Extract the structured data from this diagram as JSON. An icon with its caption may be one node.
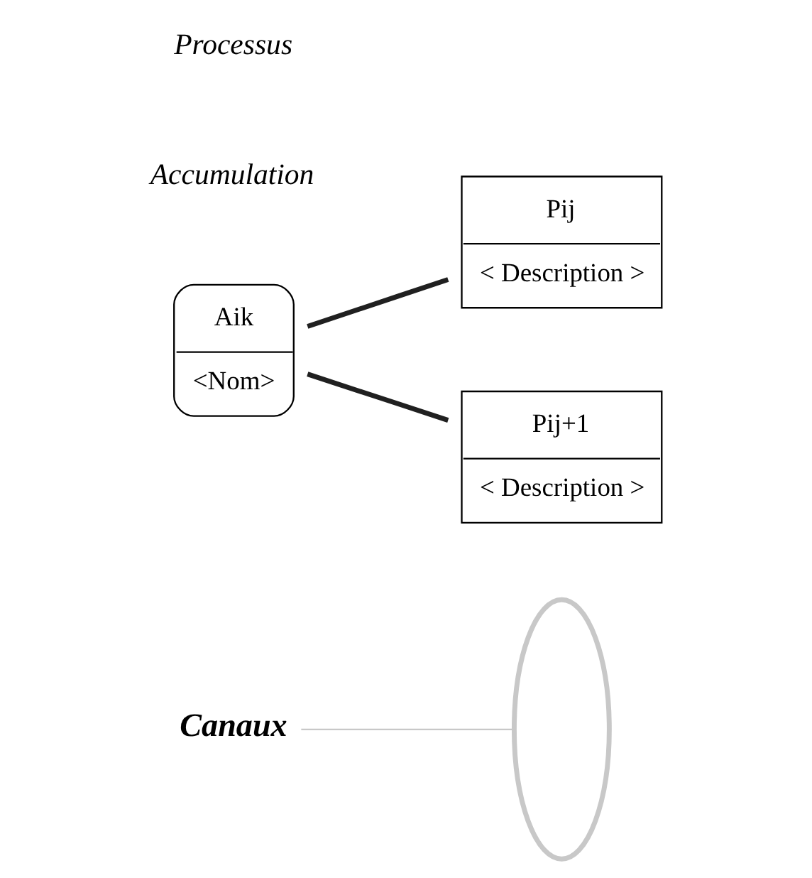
{
  "diagram": {
    "nodes": [
      {
        "text": [
          "Canaux"
        ]
      },
      {
        "text": [],
        "shape": "ellipse"
      },
      {
        "text": [
          "Pij",
          "< Description >"
        ]
      },
      {
        "text": [
          "Aik",
          "<Nom>"
        ]
      },
      {
        "text": [
          "Pij+1",
          "< Description >"
        ]
      }
    ],
    "edges": [
      {
        "from": 0,
        "to": 1,
        "arrow": "none",
        "color": "#c8c8c8"
      },
      {
        "from": 3,
        "to": 2,
        "arrow": "none"
      },
      {
        "from": 3,
        "to": 4,
        "arrow": "none"
      }
    ],
    "labels": [
      "Accumulation",
      "Processus"
    ]
  }
}
